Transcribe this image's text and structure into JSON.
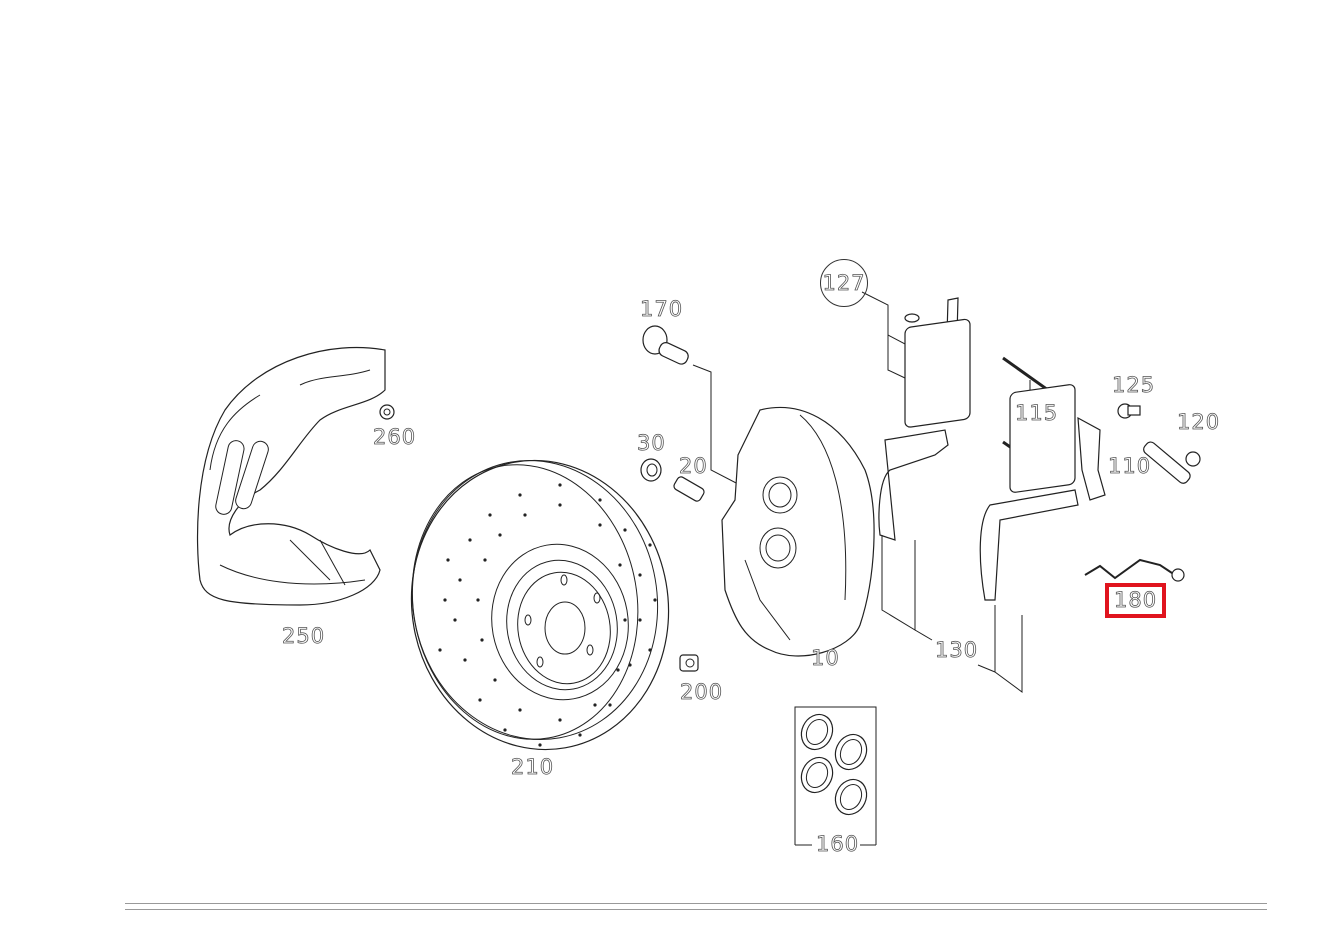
{
  "diagram": {
    "type": "exploded-parts-diagram",
    "subject": "Front brake assembly",
    "highlight_color": "#e0141e",
    "callouts": [
      {
        "id": "10",
        "label": "10",
        "part": "caliper"
      },
      {
        "id": "20",
        "label": "20",
        "part": "bleeder-valve"
      },
      {
        "id": "30",
        "label": "30",
        "part": "bleeder-cap"
      },
      {
        "id": "110",
        "label": "110",
        "part": "spring-clip"
      },
      {
        "id": "115",
        "label": "115",
        "part": "guide-pins"
      },
      {
        "id": "120",
        "label": "120",
        "part": "bolt"
      },
      {
        "id": "125",
        "label": "125",
        "part": "bolt-small"
      },
      {
        "id": "127",
        "label": "127",
        "part": "pad-wear-clip-kit",
        "circled": true
      },
      {
        "id": "130",
        "label": "130",
        "part": "brake-pads"
      },
      {
        "id": "160",
        "label": "160",
        "part": "seal-kit"
      },
      {
        "id": "170",
        "label": "170",
        "part": "caliper-bolt"
      },
      {
        "id": "180",
        "label": "180",
        "part": "wear-sensor",
        "highlighted": true
      },
      {
        "id": "200",
        "label": "200",
        "part": "brake-disc"
      },
      {
        "id": "210",
        "label": "210",
        "part": "disc-screw"
      },
      {
        "id": "250",
        "label": "250",
        "part": "dust-shield"
      },
      {
        "id": "260",
        "label": "260",
        "part": "shield-bolt"
      }
    ]
  }
}
